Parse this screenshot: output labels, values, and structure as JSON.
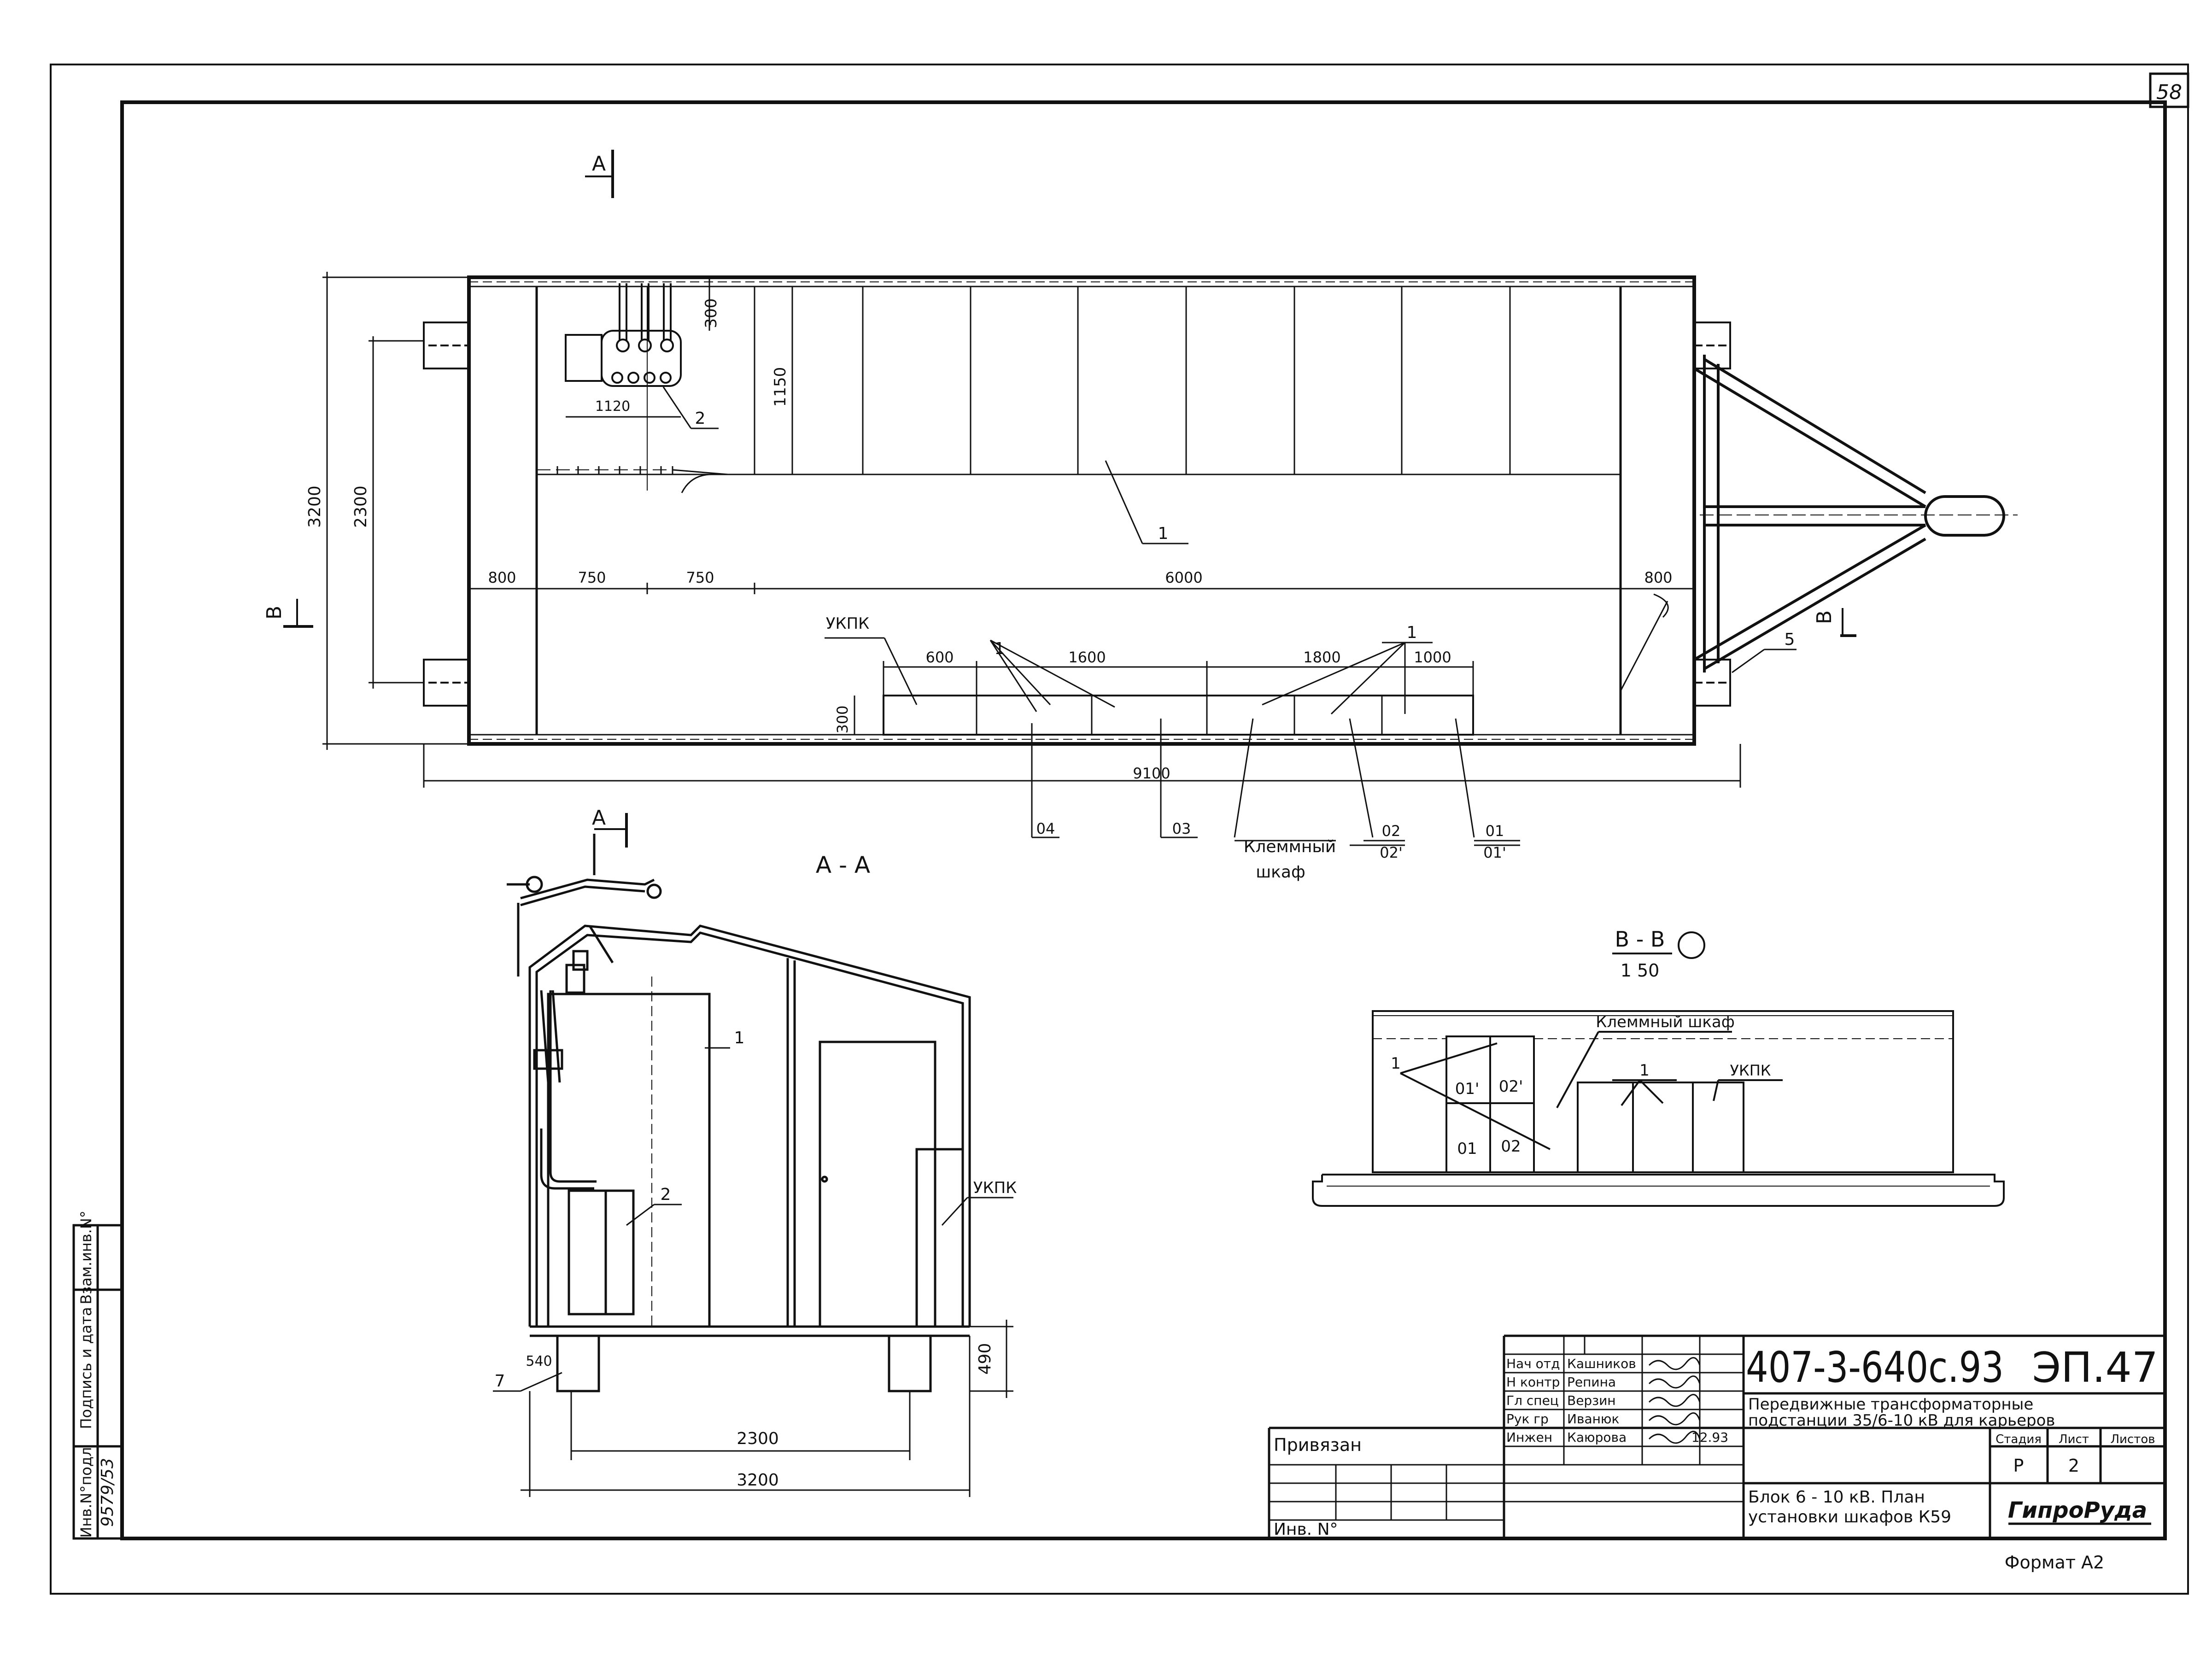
{
  "sheet": {
    "page_number": "58",
    "format": "Формат А2"
  },
  "plan": {
    "section_marks": {
      "a_top": "А",
      "a_bottom": "А",
      "b_left": "В",
      "b_right": "В"
    },
    "dims": {
      "d300_top": "300",
      "d1120": "1120",
      "d1150": "1150",
      "d3200": "3200",
      "d2300": "2300",
      "d800_left": "800",
      "d750_a": "750",
      "d750_b": "750",
      "d6000": "6000",
      "d800_right": "800",
      "d600": "600",
      "d1600": "1600",
      "d1800": "1800",
      "d1000": "1000",
      "d300_bottom": "300",
      "d9100": "9100"
    },
    "callouts": {
      "c1_main": "1",
      "c1_a": "1",
      "c1_b": "1",
      "c2": "2",
      "c5": "5",
      "ukpk": "УКПК"
    },
    "cabinets": {
      "c04": "04",
      "c03": "03",
      "terminal_line1": "Клеммный",
      "terminal_line2": "шкаф",
      "c02": "02",
      "c02p": "02'",
      "c01": "01",
      "c01p": "01'"
    }
  },
  "section_aa": {
    "title": "А - А",
    "c1": "1",
    "c2": "2",
    "c7": "7",
    "ukpk": "УКПК",
    "d540": "540",
    "d490": "490",
    "d2300": "2300",
    "d3200": "3200"
  },
  "section_bb": {
    "title": "В - В",
    "scale": "1 50",
    "terminal": "Клеммный шкаф",
    "ukpk": "УКПК",
    "c1_a": "1",
    "c1_b": "1",
    "c01p": "01'",
    "c02p": "02'",
    "c01": "01",
    "c02": "02"
  },
  "side_stamp": {
    "inv_podl": "Инв.N°подл",
    "podpis_data": "Подпись и дата",
    "vzam_inv": "Взам.инв.N°",
    "inv_value": "9579/53"
  },
  "title_block": {
    "privyazan": "Привязан",
    "inv_no": "Инв. N°",
    "doc_code": "407-3-640с.93",
    "sheet_code": "ЭП.47",
    "project_title_1": "Передвижные трансформаторные",
    "project_title_2": "подстанции 35/6-10 кВ для карьеров",
    "sheet_title_1": "Блок 6 - 10 кВ. План",
    "sheet_title_2": "установки шкафов К59",
    "stage_label": "Стадия",
    "sheet_label": "Лист",
    "sheets_label": "Листов",
    "stage_value": "Р",
    "sheet_value": "2",
    "sheets_value": "",
    "organization": "ГипроРуда",
    "date": "12.93",
    "people": [
      {
        "role": "Нач отд",
        "name": "Кашников"
      },
      {
        "role": "Н контр",
        "name": "Репина"
      },
      {
        "role": "Гл спец",
        "name": "Верзин"
      },
      {
        "role": "Рук гр",
        "name": "Иванюк"
      },
      {
        "role": "Инжен",
        "name": "Каюрова"
      }
    ]
  }
}
